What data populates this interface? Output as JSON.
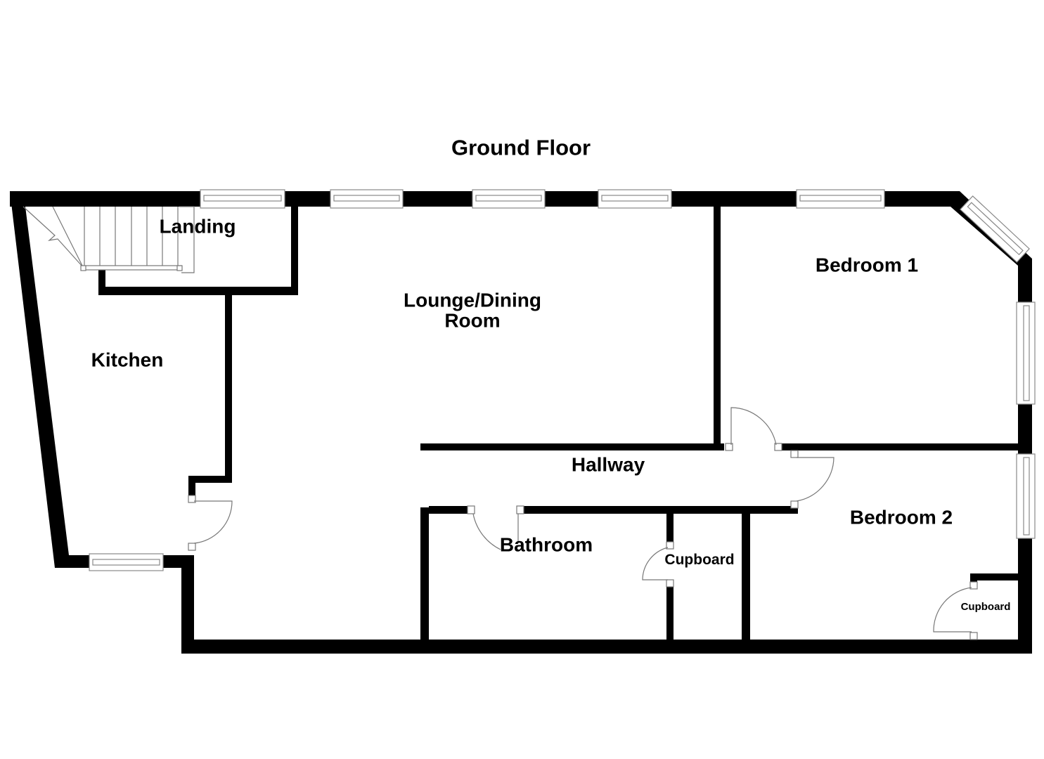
{
  "title": "Ground Floor",
  "rooms": {
    "landing": "Landing",
    "lounge_line1": "Lounge/Dining",
    "lounge_line2": "Room",
    "kitchen": "Kitchen",
    "bedroom1": "Bedroom 1",
    "bedroom2": "Bedroom 2",
    "hallway": "Hallway",
    "bathroom": "Bathroom",
    "cupboard_hall": "Cupboard",
    "cupboard_bed2": "Cupboard"
  },
  "colors": {
    "wall": "#000000",
    "fixture": "#777777"
  }
}
